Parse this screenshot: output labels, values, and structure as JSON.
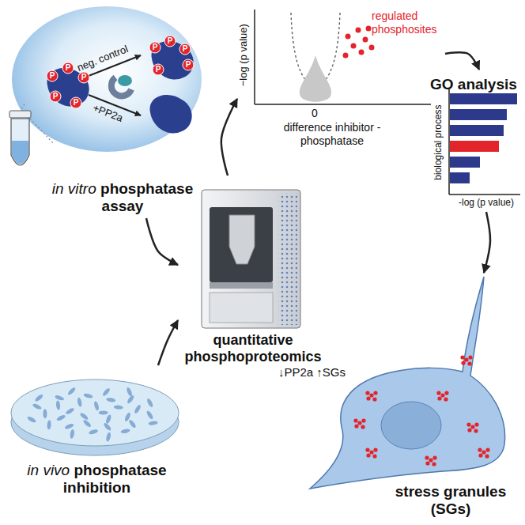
{
  "diagram": {
    "nodes": [
      {
        "text": [
          "in vitro phosphatase assay"
        ]
      },
      {
        "text": [
          "−log (p value)",
          "0",
          "difference inhibitor - phosphatase",
          "regulated phosphosites"
        ]
      },
      {
        "text": [
          "GO analysis",
          "biological process",
          "-log (p value)"
        ]
      },
      {
        "text": [
          "quantitative phosphoproteomics"
        ]
      },
      {
        "text": [
          "in vivo phosphatase inhibition"
        ]
      },
      {
        "text": [
          "stress granules (SGs)"
        ]
      }
    ],
    "edges": [
      {
        "from": 0,
        "to": 3,
        "arrow": "to"
      },
      {
        "from": 3,
        "to": 1,
        "arrow": "to"
      },
      {
        "from": 1,
        "to": 2,
        "arrow": "to"
      },
      {
        "from": 4,
        "to": 3,
        "arrow": "to"
      },
      {
        "from": 2,
        "to": 5,
        "arrow": "to"
      }
    ],
    "labels": [
      "neg. control",
      "+PP2a",
      "P",
      "P",
      "P",
      "P",
      "P",
      "P",
      "P",
      "P",
      "P",
      "P",
      "↓PP2a ↑SGs"
    ]
  }
}
